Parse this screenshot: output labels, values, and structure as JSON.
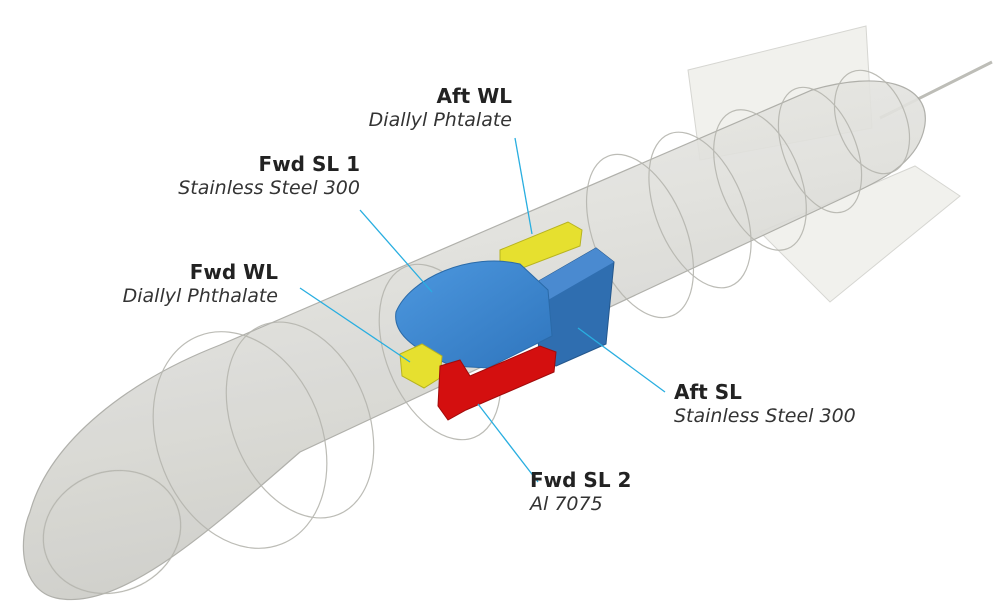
{
  "colors": {
    "leader_line": "#29aee0",
    "body_fill": "#dcdcd6",
    "body_stroke": "#a9a9a2",
    "fin_fill": "#efefeb",
    "steel_blue": "#3b86d1",
    "steel_blue_dark": "#2a6aa8",
    "dap_yellow": "#e6e02f",
    "al_red": "#d40f0f"
  },
  "labels": {
    "aft_wl": {
      "name": "Aft WL",
      "material": "Diallyl Phtalate"
    },
    "fwd_sl1": {
      "name": "Fwd SL 1",
      "material": "Stainless Steel 300"
    },
    "fwd_wl": {
      "name": "Fwd WL",
      "material": "Diallyl Phthalate"
    },
    "aft_sl": {
      "name": "Aft SL",
      "material": "Stainless Steel 300"
    },
    "fwd_sl2": {
      "name": "Fwd SL 2",
      "material": "Al 7075"
    }
  }
}
